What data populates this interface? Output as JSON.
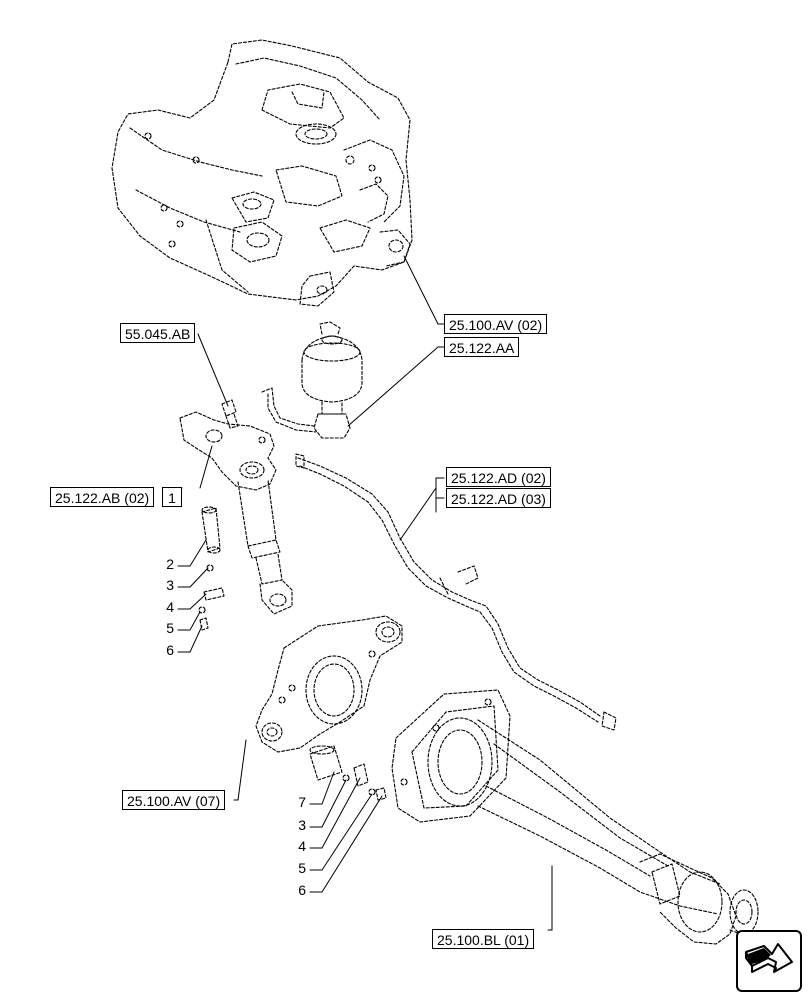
{
  "diagram": {
    "references": {
      "frame_top": "25.100.AV (02)",
      "accumulator": "25.122.AA",
      "fitting": "55.045.AB",
      "cylinder": "25.122.AB (02)",
      "pipe_a": "25.122.AD (02)",
      "pipe_b": "25.122.AD (03)",
      "support_mid": "25.100.AV (07)",
      "axle": "25.100.BL (01)"
    },
    "item_number": "1",
    "callouts_upper": [
      "2",
      "3",
      "4",
      "5",
      "6"
    ],
    "callouts_lower": [
      "7",
      "3",
      "4",
      "5",
      "6"
    ]
  },
  "navigation": {
    "icon": "next-page-arrow-icon"
  }
}
